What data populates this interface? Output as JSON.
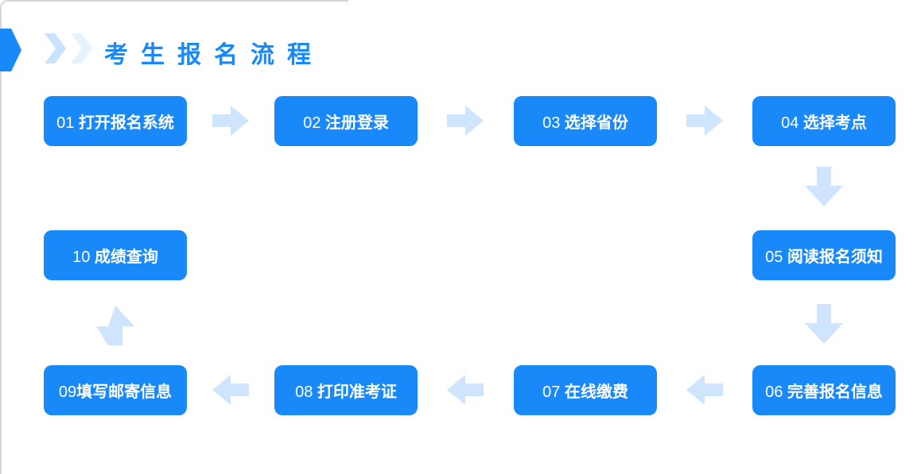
{
  "header": {
    "title": "考生报名流程",
    "pointer_icon": "solid-right-arrow",
    "chevron_icons": [
      "chevron-right",
      "chevron-right"
    ]
  },
  "colors": {
    "primary_blue": "#1989fa",
    "box_text": "#ffffff",
    "arrow_light_blue": "#cfe4fd",
    "chevron_1": "#c9e2fd",
    "chevron_2": "#e6f2fe",
    "edge_border": "#d6d6d6",
    "background": "#ffffff"
  },
  "steps": [
    {
      "num": "01",
      "separator": " ",
      "label": "打开报名系统"
    },
    {
      "num": "02",
      "separator": " ",
      "label": "注册登录"
    },
    {
      "num": "03",
      "separator": " ",
      "label": "选择省份"
    },
    {
      "num": "04",
      "separator": " ",
      "label": "选择考点"
    },
    {
      "num": "05",
      "separator": " ",
      "label": "阅读报名须知"
    },
    {
      "num": "06",
      "separator": " ",
      "label": "完善报名信息"
    },
    {
      "num": "07",
      "separator": " ",
      "label": "在线缴费"
    },
    {
      "num": "08",
      "separator": " ",
      "label": "打印准考证"
    },
    {
      "num": "09",
      "separator": "",
      "label": "填写邮寄信息"
    },
    {
      "num": "10",
      "separator": " ",
      "label": "成绩查询"
    }
  ]
}
